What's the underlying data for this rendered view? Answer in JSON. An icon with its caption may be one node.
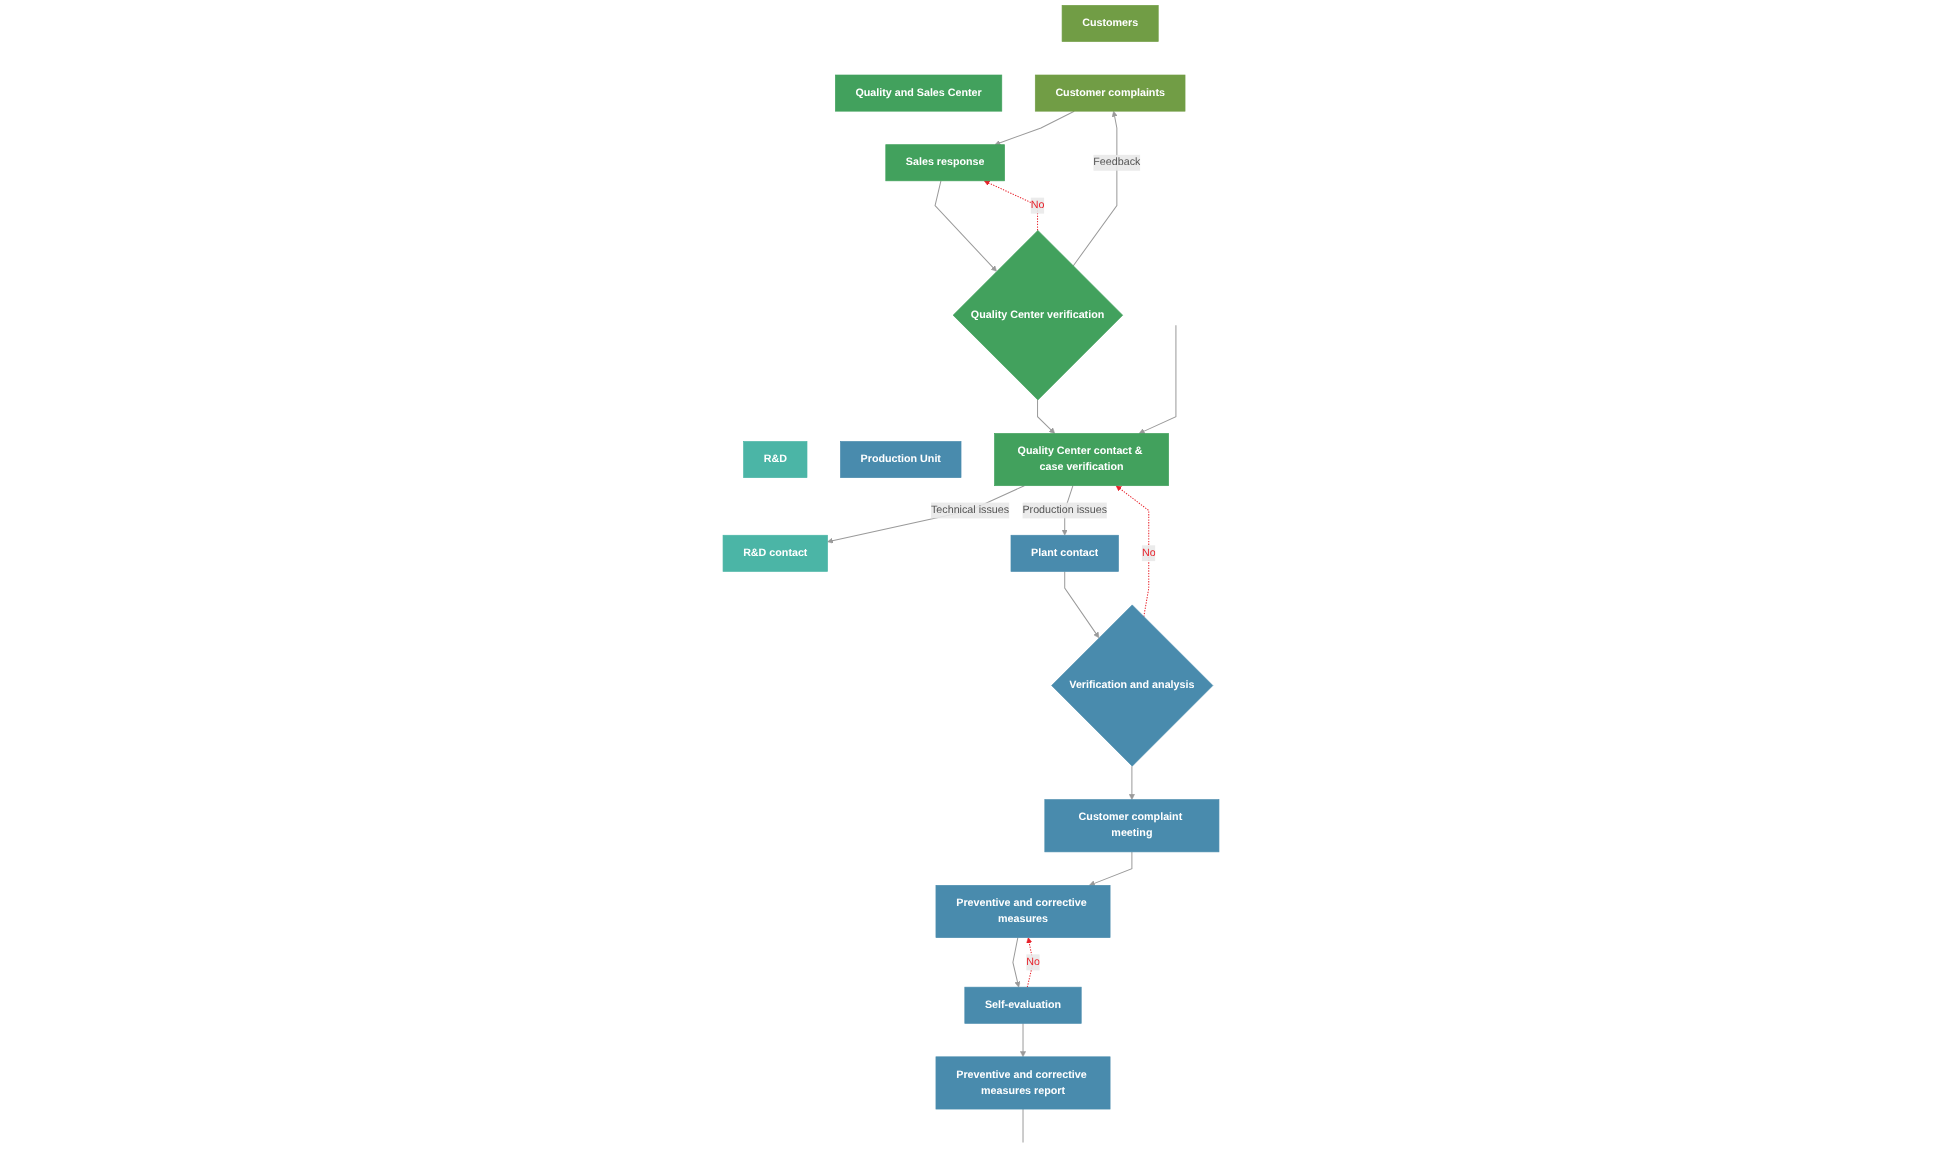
{
  "diagram": {
    "nodes": [
      {
        "text": [
          "Customers"
        ]
      },
      {
        "text": [
          "Quality and Sales Center"
        ]
      },
      {
        "text": [
          "R&D"
        ]
      },
      {
        "text": [
          "Production Unit"
        ]
      },
      {
        "text": [
          "Customer complaints"
        ]
      },
      {
        "text": [
          "Sales response"
        ]
      },
      {
        "text": [
          "R&D contact"
        ]
      },
      {
        "text": [
          "Plant contact"
        ]
      },
      {
        "text": [
          "Preventive and corrective measures"
        ]
      },
      {
        "text": [
          "Quality Center verification"
        ]
      },
      {
        "text": [
          "Verification and analysis"
        ]
      },
      {
        "text": [
          "Self-evaluation"
        ]
      },
      {
        "text": [
          "Quality Center contact & case verification"
        ]
      },
      {
        "text": [
          "Customer complaint meeting"
        ]
      },
      {
        "text": [
          "Preventive and corrective measures report"
        ]
      }
    ],
    "edges": [
      {
        "from": 4,
        "to": 5,
        "arrow": "to"
      },
      {
        "from": 5,
        "to": 9,
        "arrow": "to"
      },
      {
        "from": 9,
        "to": 4,
        "label": "Feedback",
        "arrow": "to"
      },
      {
        "from": 9,
        "to": 5,
        "label": "No",
        "arrow": "to",
        "style": "dashed",
        "color": "#e8212a"
      },
      {
        "from": 9,
        "to": 12,
        "arrow": "to"
      },
      {
        "from": 12,
        "to": 6,
        "label": "Technical issues",
        "arrow": "to"
      },
      {
        "from": 12,
        "to": 7,
        "label": "Production issues",
        "arrow": "to"
      },
      {
        "from": 7,
        "to": 10,
        "arrow": "to"
      },
      {
        "from": 10,
        "to": 13,
        "arrow": "to"
      },
      {
        "from": 10,
        "to": 12,
        "label": "No",
        "arrow": "to",
        "style": "dashed",
        "color": "#e8212a"
      },
      {
        "from": 13,
        "to": 8,
        "arrow": "to"
      },
      {
        "from": 8,
        "to": 11,
        "arrow": "to"
      },
      {
        "from": 11,
        "to": 8,
        "label": "No",
        "arrow": "to",
        "style": "dashed",
        "color": "#e8212a"
      },
      {
        "from": 11,
        "to": 14,
        "arrow": "to"
      },
      {
        "from": 14,
        "to": null,
        "arrow": "none"
      },
      {
        "from": null,
        "to": 12,
        "arrow": "to"
      }
    ]
  }
}
